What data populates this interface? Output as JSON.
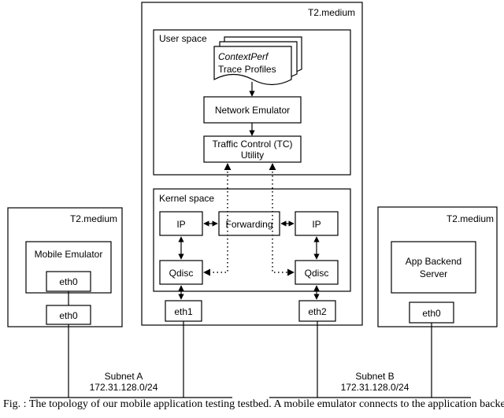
{
  "hosts": {
    "center": {
      "title": "T2.medium"
    },
    "left": {
      "title": "T2.medium",
      "emulator": "Mobile Emulator",
      "inner_iface": "eth0",
      "iface": "eth0"
    },
    "right": {
      "title": "T2.medium",
      "app_line1": "App Backend",
      "app_line2": "Server",
      "iface": "eth0"
    }
  },
  "user_space": {
    "title": "User space",
    "profiles_line1": "ContextPerf",
    "profiles_line2": "Trace Profiles",
    "emulator": "Network Emulator",
    "tc_line1": "Traffic  Control (TC)",
    "tc_line2": "Utility"
  },
  "kernel_space": {
    "title": "Kernel space",
    "ip_left": "IP",
    "forwarding": "Forwarding",
    "ip_right": "IP",
    "qdisc_left": "Qdisc",
    "qdisc_right": "Qdisc"
  },
  "interfaces": {
    "eth1": "eth1",
    "eth2": "eth2"
  },
  "subnets": {
    "a": {
      "name": "Subnet A",
      "cidr": "172.31.128.0/24"
    },
    "b": {
      "name": "Subnet B",
      "cidr": "172.31.128.0/24"
    }
  },
  "caption": "Fig. : The topology of our mobile application testing testbed. A mobile emulator connects to the application backend"
}
